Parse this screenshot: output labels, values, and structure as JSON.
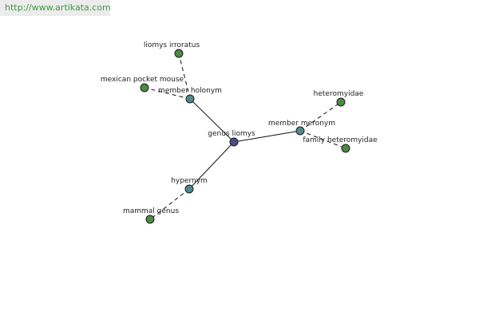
{
  "watermark": "http://www.artikata.com",
  "colors": {
    "center_node": "#4a4a8c",
    "relation_node": "#4f8a8b",
    "leaf_node": "#4e8a45",
    "edge": "#111111"
  },
  "graph": {
    "nodes": [
      {
        "id": "center",
        "label": "genus liomys",
        "kind": "center"
      },
      {
        "id": "holonym",
        "label": "member holonym",
        "kind": "relation"
      },
      {
        "id": "meronym",
        "label": "member meronym",
        "kind": "relation"
      },
      {
        "id": "hypernym",
        "label": "hypernym",
        "kind": "relation"
      },
      {
        "id": "irroratus",
        "label": "liomys irroratus",
        "kind": "leaf"
      },
      {
        "id": "pocketmouse",
        "label": "mexican pocket mouse",
        "kind": "leaf"
      },
      {
        "id": "heteromyidae",
        "label": "heteromyidae",
        "kind": "leaf"
      },
      {
        "id": "familyhet",
        "label": "family heteromyidae",
        "kind": "leaf"
      },
      {
        "id": "mammalgenus",
        "label": "mammal genus",
        "kind": "leaf"
      }
    ],
    "edges": [
      {
        "from": "center",
        "to": "holonym",
        "style": "solid"
      },
      {
        "from": "center",
        "to": "meronym",
        "style": "solid"
      },
      {
        "from": "center",
        "to": "hypernym",
        "style": "solid"
      },
      {
        "from": "holonym",
        "to": "irroratus",
        "style": "dashed"
      },
      {
        "from": "holonym",
        "to": "pocketmouse",
        "style": "dashed"
      },
      {
        "from": "meronym",
        "to": "heteromyidae",
        "style": "dashed"
      },
      {
        "from": "meronym",
        "to": "familyhet",
        "style": "dashed"
      },
      {
        "from": "hypernym",
        "to": "mammalgenus",
        "style": "dashed"
      }
    ]
  }
}
